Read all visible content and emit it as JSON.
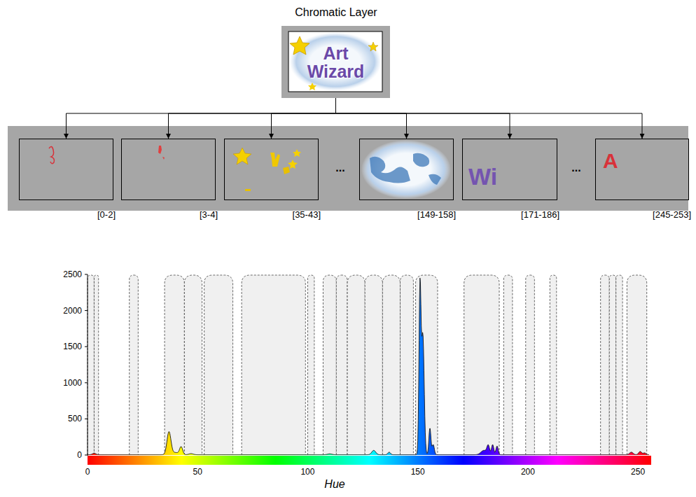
{
  "diagram": {
    "title": "Chromatic Layer",
    "nodes": [
      {
        "text": [
          "Art Wizard"
        ]
      },
      {
        "text": [
          "[0-2]"
        ]
      },
      {
        "text": [
          "[3-4]"
        ]
      },
      {
        "text": [
          "[35-43]"
        ]
      },
      {
        "text": [
          "[149-158]"
        ]
      },
      {
        "text": [
          "Wi",
          "[171-186]"
        ]
      },
      {
        "text": [
          "A",
          "[245-253]"
        ]
      }
    ],
    "edges": [
      {
        "from": 0,
        "to": 1,
        "arrow": "to"
      },
      {
        "from": 0,
        "to": 2,
        "arrow": "to"
      },
      {
        "from": 0,
        "to": 3,
        "arrow": "to"
      },
      {
        "from": 0,
        "to": 4,
        "arrow": "to"
      },
      {
        "from": 0,
        "to": 5,
        "arrow": "to"
      },
      {
        "from": 0,
        "to": 6,
        "arrow": "to"
      }
    ],
    "labels": [
      "...",
      "...",
      "2500",
      "2000",
      "1500",
      "1000",
      "500",
      "0",
      "0",
      "50",
      "100",
      "150",
      "200",
      "250",
      "Hue"
    ]
  }
}
